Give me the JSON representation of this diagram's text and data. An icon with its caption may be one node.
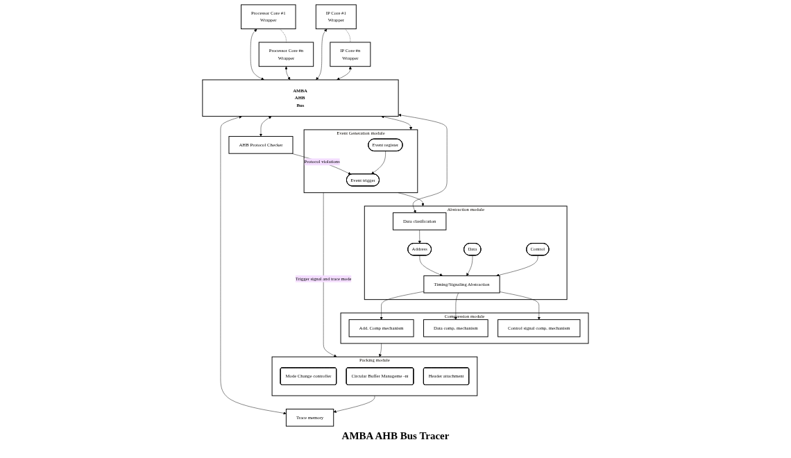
{
  "diagram": {
    "nodes": [
      {
        "text": [
          "Processor Core #1",
          "Wrapper"
        ]
      },
      {
        "text": [
          "Processor Core #n",
          "Wrapper"
        ]
      },
      {
        "text": [
          "IP Core #1",
          "Wrapper"
        ]
      },
      {
        "text": [
          "IP Core #n",
          "Wrapper"
        ]
      },
      {
        "text": [
          "AMBA AHB Bus"
        ]
      },
      {
        "text": [
          "AHB Protocol Checker"
        ]
      },
      {
        "text": [
          "Event Generation module"
        ]
      },
      {
        "text": [
          "Event trigger"
        ],
        "in": 6
      },
      {
        "text": [
          "Event register"
        ],
        "in": 6
      },
      {
        "text": [
          "Abstraction module"
        ]
      },
      {
        "text": [
          "Data clasification"
        ],
        "in": 9
      },
      {
        "text": [
          "Address"
        ],
        "in": 9
      },
      {
        "text": [
          "Data"
        ],
        "in": 9
      },
      {
        "text": [
          "Control"
        ],
        "in": 9
      },
      {
        "text": [
          "Timing/Signaling Abstraction"
        ],
        "in": 9
      },
      {
        "text": [
          "Compression module"
        ]
      },
      {
        "text": [
          "Add. Comp mechanism"
        ],
        "in": 15
      },
      {
        "text": [
          "Data comp. mechanism"
        ],
        "in": 15
      },
      {
        "text": [
          "Control signal comp. mechanism"
        ],
        "in": 15
      },
      {
        "text": [
          "Packing module"
        ]
      },
      {
        "text": [
          "Mode Change controller"
        ],
        "in": 19
      },
      {
        "text": [
          "Circular Buffer Manageme -nt"
        ],
        "in": 19
      },
      {
        "text": [
          "Header attachment"
        ],
        "in": 19
      },
      {
        "text": [
          "Trace memory"
        ]
      }
    ],
    "edges": [
      {
        "from": 0,
        "to": 1,
        "arrow": "none",
        "style": "dashed"
      },
      {
        "from": 2,
        "to": 3,
        "arrow": "none",
        "style": "dashed"
      },
      {
        "from": 0,
        "to": 4,
        "arrow": "both"
      },
      {
        "from": 1,
        "to": 4,
        "arrow": "both"
      },
      {
        "from": 2,
        "to": 4,
        "arrow": "both"
      },
      {
        "from": 3,
        "to": 4,
        "arrow": "both"
      },
      {
        "from": 4,
        "to": 5,
        "arrow": "both"
      },
      {
        "from": 4,
        "to": 6,
        "arrow": "both"
      },
      {
        "from": 4,
        "to": 10,
        "arrow": "both"
      },
      {
        "from": 4,
        "to": 23,
        "arrow": "both"
      },
      {
        "from": 5,
        "to": 7,
        "arrow": "to",
        "label": "Protocol violations"
      },
      {
        "from": 8,
        "to": 7,
        "arrow": "to"
      },
      {
        "from": 6,
        "to": 19,
        "arrow": "to",
        "label": "Trigger signal and trace mode"
      },
      {
        "from": 6,
        "to": 9,
        "arrow": "to"
      },
      {
        "from": 10,
        "to": 11,
        "arrow": "to"
      },
      {
        "from": 11,
        "to": 14,
        "arrow": "to"
      },
      {
        "from": 12,
        "to": 14,
        "arrow": "to"
      },
      {
        "from": 13,
        "to": 14,
        "arrow": "to"
      },
      {
        "from": 14,
        "to": 16,
        "arrow": "to"
      },
      {
        "from": 14,
        "to": 17,
        "arrow": "to"
      },
      {
        "from": 14,
        "to": 18,
        "arrow": "to"
      },
      {
        "from": 15,
        "to": 19,
        "arrow": "to"
      },
      {
        "from": 19,
        "to": 23,
        "arrow": "to"
      }
    ],
    "labels": [
      "AMBA AHB Bus Tracer"
    ]
  }
}
